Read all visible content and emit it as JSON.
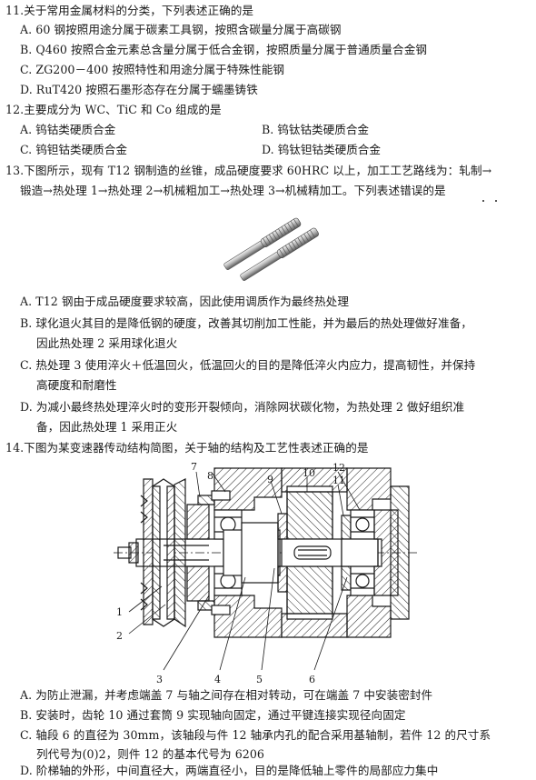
{
  "q11": {
    "stem": "11.关于常用金属材料的分类，下列表述正确的是",
    "A": "A. 60 钢按照用途分属于碳素工具钢，按照含碳量分属于高碳钢",
    "B": "B. Q460 按照合金元素总含量分属于低合金钢，按照质量分属于普通质量合金钢",
    "C": "C. ZG200－400 按照特性和用途分属于特殊性能钢",
    "D": "D. RuT420 按照石墨形态存在分属于蠕墨铸铁"
  },
  "q12": {
    "stem": "12.主要成分为 WC、TiC 和 Co 组成的是",
    "A": "A. 钨钴类硬质合金",
    "B": "B. 钨钛钴类硬质合金",
    "C": "C. 钨钽钴类硬质合金",
    "D": "D. 钨钛钽钴类硬质合金"
  },
  "q13": {
    "stem1": "13.下图所示，现有 T12 钢制造的丝锥，成品硬度要求 60HRC 以上，加工工艺路线为：轧制→",
    "stem2": "锻造→热处理 1→热处理 2→机械粗加工→热处理 3→机械精加工。下列表述错误的是",
    "A": "A. T12 钢由于成品硬度要求较高，因此使用调质作为最终热处理",
    "B1": "B. 球化退火其目的是降低钢的硬度，改善其切削加工性能，并为最后的热处理做好准备，",
    "B2": "因此热处理 2 采用球化退火",
    "C1": "C. 热处理 3 使用淬火＋低温回火，低温回火的目的是降低淬火内应力，提高韧性，并保持",
    "C2": "高硬度和耐磨性",
    "D1": "D. 为减小最终热处理淬火时的变形开裂倾向，消除网状碳化物，为热处理 2 做好组织准",
    "D2": "备，因此热处理 1 采用正火"
  },
  "q14": {
    "stem": "14.下图为某变速器传动结构简图，关于轴的结构及工艺性表述正确的是",
    "labels": [
      "1",
      "2",
      "3",
      "4",
      "5",
      "6",
      "7",
      "8",
      "9",
      "10",
      "11",
      "12"
    ],
    "A": "A. 为防止泄漏，并考虑端盖 7 与轴之间存在相对转动，可在端盖 7 中安装密封件",
    "B": "B. 安装时，齿轮 10 通过套筒 9 实现轴向固定，通过平键连接实现径向固定",
    "C1": "C. 轴段 6 的直径为 30mm，该轴段与件 12 轴承内孔的配合采用基轴制，若件 12 的尺寸系",
    "C2": "列代号为(0)2，则件 12 的基本代号为 6206",
    "D": "D. 阶梯轴的外形，中间直径大，两端直径小，目的是降低轴上零件的局部应力集中"
  }
}
